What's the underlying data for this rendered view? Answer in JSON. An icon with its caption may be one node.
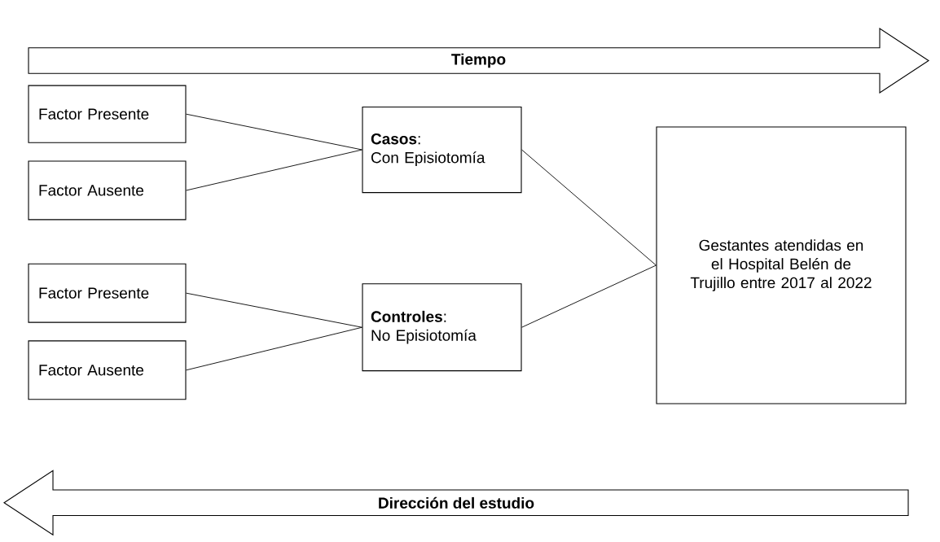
{
  "diagram": {
    "nodes": [
      {
        "text": [
          "Tiempo"
        ]
      },
      {
        "text": [
          "Factor Presente"
        ]
      },
      {
        "text": [
          "Factor Ausente"
        ]
      },
      {
        "text": [
          "**Casos**:",
          "Con Episiotomía"
        ]
      },
      {
        "text": [
          "Factor Presente"
        ]
      },
      {
        "text": [
          "Factor Ausente"
        ]
      },
      {
        "text": [
          "**Controles**:",
          "No Episiotomía"
        ]
      },
      {
        "text": [
          "Gestantes atendidas en el Hospital Belén de Trujillo entre 2017 al 2022"
        ]
      },
      {
        "text": [
          "Dirección del estudio"
        ]
      }
    ],
    "edges": [
      {
        "from": 1,
        "to": 3,
        "arrow": "none"
      },
      {
        "from": 2,
        "to": 3,
        "arrow": "none"
      },
      {
        "from": 4,
        "to": 6,
        "arrow": "none"
      },
      {
        "from": 5,
        "to": 6,
        "arrow": "none"
      },
      {
        "from": 3,
        "to": 7,
        "arrow": "none"
      },
      {
        "from": 6,
        "to": 7,
        "arrow": "none"
      }
    ]
  }
}
